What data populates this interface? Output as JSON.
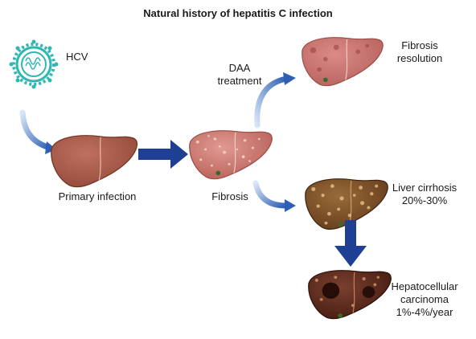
{
  "title": "Natural history of hepatitis C infection",
  "nodes": {
    "virus": {
      "label": "HCV",
      "icon": "virus-icon"
    },
    "primary": {
      "label": "Primary infection",
      "icon": "healthy-liver-icon"
    },
    "fibrosis": {
      "label": "Fibrosis",
      "icon": "fibrotic-liver-icon"
    },
    "resolution": {
      "label_line1": "Fibrosis",
      "label_line2": "resolution",
      "icon": "recovering-liver-icon"
    },
    "cirrhosis": {
      "label_line1": "Liver cirrhosis",
      "label_line2": "20%-30%",
      "icon": "cirrhotic-liver-icon"
    },
    "hcc": {
      "label_line1": "Hepatocellular",
      "label_line2": "carcinoma",
      "label_line3": "1%-4%/year",
      "icon": "tumor-liver-icon"
    }
  },
  "edges": {
    "daa": {
      "label_line1": "DAA",
      "label_line2": "treatment"
    }
  },
  "colors": {
    "virus": "#2fb7b3",
    "healthy_liver": "#a85a45",
    "fibrotic_liver": "#c86e66",
    "cirrhotic_liver": "#7a4a24",
    "hcc_liver": "#5a2a18",
    "arrow": "#1f3f95",
    "arrow_light": "#8fb7e6"
  }
}
